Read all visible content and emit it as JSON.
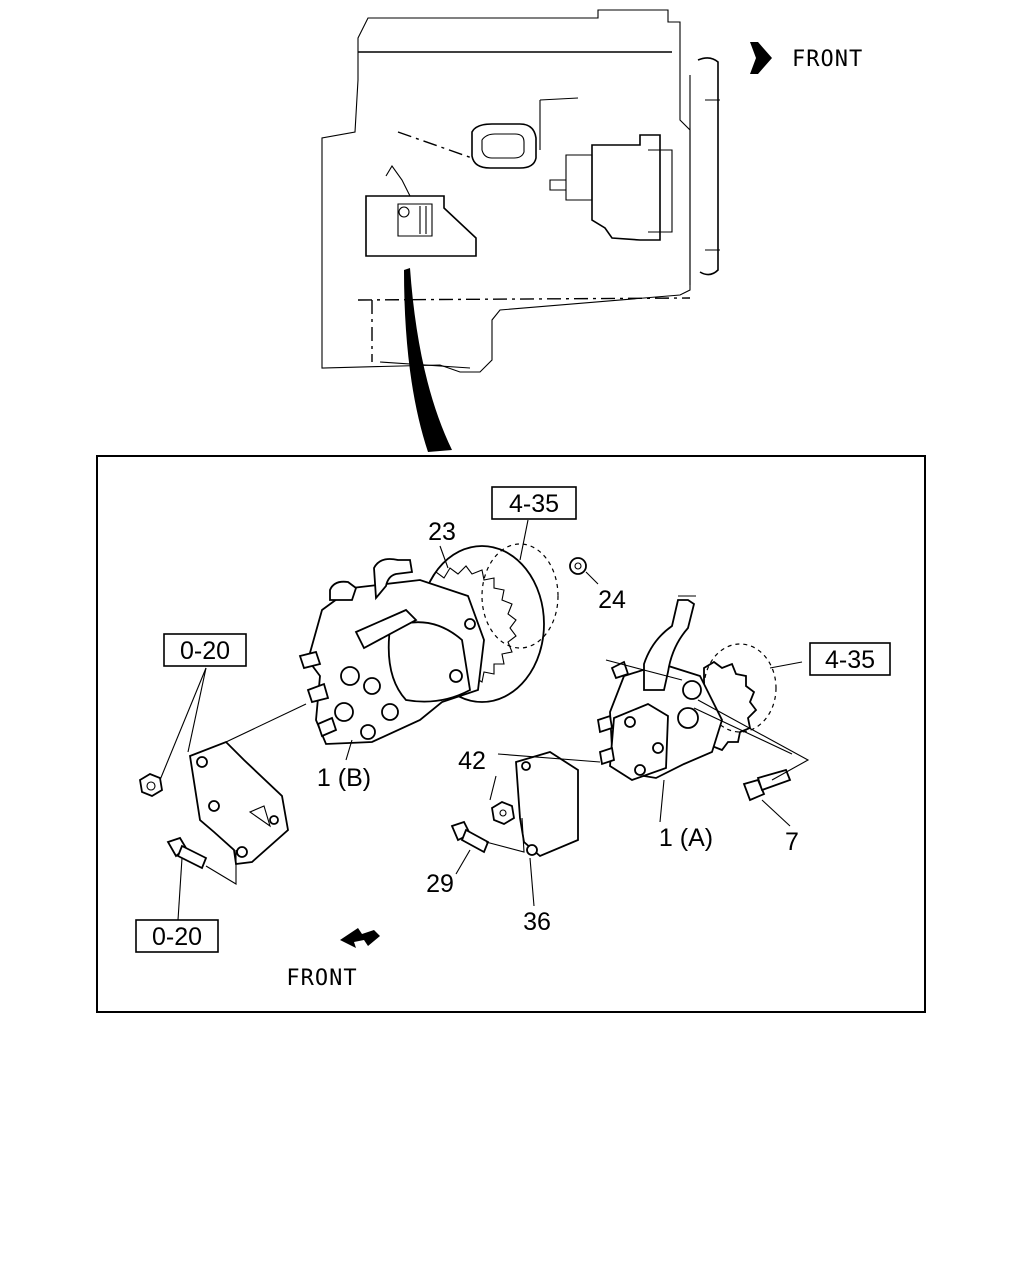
{
  "overview": {
    "front_label": "FRONT"
  },
  "detail": {
    "front_label": "FRONT",
    "refs": [
      {
        "key": "ref_4_35_top",
        "label": "4-35"
      },
      {
        "key": "ref_4_35_right",
        "label": "4-35"
      },
      {
        "key": "ref_0_20_top",
        "label": "0-20"
      },
      {
        "key": "ref_0_20_bottom",
        "label": "0-20"
      }
    ],
    "callouts": {
      "p23": "23",
      "p24": "24",
      "p1b": "1 (B)",
      "p42": "42",
      "p1a": "1 (A)",
      "p7": "7",
      "p29": "29",
      "p36": "36"
    }
  }
}
